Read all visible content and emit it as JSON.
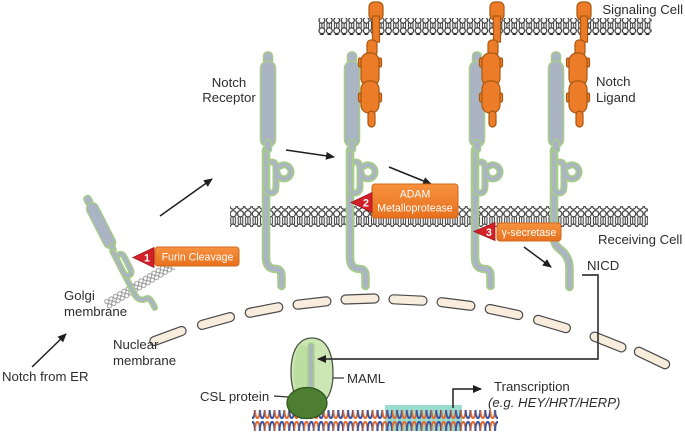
{
  "figure": {
    "title_implicit": "Notch signaling pathway diagram",
    "labels": {
      "signaling_cell": "Signaling Cell",
      "notch_receptor_1": "Notch",
      "notch_receptor_2": "Receptor",
      "notch_ligand_1": "Notch",
      "notch_ligand_2": "Ligand",
      "receiving_cell": "Receiving Cell",
      "nicd": "NICD",
      "golgi_membrane_1": "Golgi",
      "golgi_membrane_2": "membrane",
      "nuclear_membrane_1": "Nuclear",
      "nuclear_membrane_2": "membrane",
      "notch_from_er": "Notch from ER",
      "csl_protein": "CSL protein",
      "maml": "MAML",
      "transcription_1": "Transcription",
      "transcription_2": "(e.g. HEY/HRT/HERP)"
    },
    "steps": [
      {
        "number": "1",
        "label": "Furin Cleavage"
      },
      {
        "number": "2",
        "label_1": "ADAM",
        "label_2": "Metalloprotease"
      },
      {
        "number": "3",
        "label": "γ-secretase"
      }
    ],
    "colors": {
      "ligand_orange": "#ed7c29",
      "receptor_gray": "#aab4c2",
      "receptor_outline_green": "#a6cb8b",
      "step_box_orange": "#ee7b28",
      "step_marker_red": "#d22128",
      "maml_green": "#cde7b4",
      "csl_green": "#4e7e31",
      "dna_orange": "#e2692d",
      "dna_blue": "#3b53a0",
      "highlight_teal": "#82d5c0",
      "nuclear_capsule": "#f8eddc"
    }
  }
}
